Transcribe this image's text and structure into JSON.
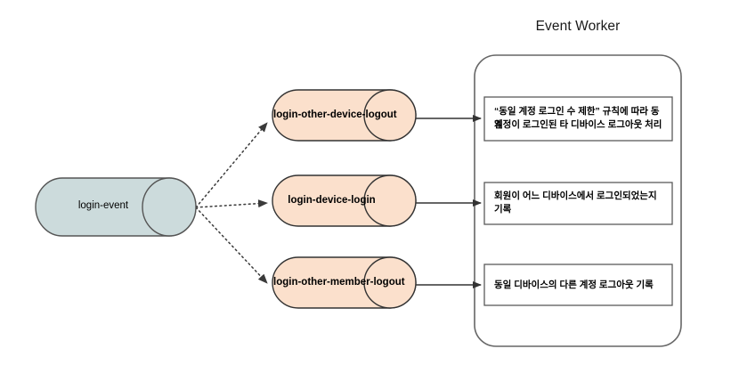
{
  "diagram": {
    "title": "Event Worker",
    "source_node": {
      "label": "login-event",
      "shape": "cylinder",
      "fill": "#ccdbdc",
      "stroke": "#555555"
    },
    "topics": [
      {
        "label": "login-other-device-logout",
        "shape": "cylinder",
        "fill": "#fbe0cc",
        "stroke": "#333333"
      },
      {
        "label": "login-device-login",
        "shape": "cylinder",
        "fill": "#fbe0cc",
        "stroke": "#333333"
      },
      {
        "label": "login-other-member-logout",
        "shape": "cylinder",
        "fill": "#fbe0cc",
        "stroke": "#333333"
      }
    ],
    "worker_group": {
      "shape": "rounded-rectangle",
      "fill": "#ffffff",
      "stroke": "#666666"
    },
    "descriptions": [
      {
        "line1": "“동일 계정 로그인 수 제한” 규칙에 따라 동일",
        "line2": "계정이 로그인된 타 디바이스 로그아웃 처리"
      },
      {
        "line1": "회원이 어느 디바이스에서 로그인되었는지",
        "line2": "기록"
      },
      {
        "line1": "동일 디바이스의 다른 계정 로그아웃 기록",
        "line2": ""
      }
    ],
    "connectors": {
      "fanout_style": "dotted",
      "fanout_color": "#333333",
      "direct_style": "solid",
      "direct_color": "#333333"
    }
  }
}
